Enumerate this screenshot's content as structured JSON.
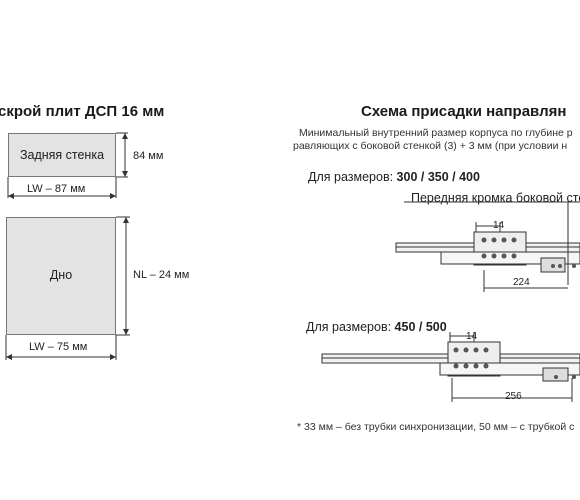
{
  "left": {
    "title": "скрой плит ДСП 16 мм",
    "back_panel": {
      "label": "Задняя стенка",
      "height_dim": "84 мм",
      "width_dim": "LW – 87 мм"
    },
    "bottom_panel": {
      "label": "Дно",
      "height_dim": "NL – 24 мм",
      "width_dim": "LW – 75 мм"
    }
  },
  "right": {
    "title": "Схема присадки направлян",
    "note_line1": "Минимальный внутренний размер корпуса по глубине р",
    "note_line2": "равляющих с боковой стенкой (3) + 3 мм (при условии н",
    "group1": {
      "prefix": "Для размеров: ",
      "sizes": "300 / 350 / 400",
      "front_edge": "Передняя кромка боковой сте",
      "dim_small": "14",
      "dim_large": "224"
    },
    "group2": {
      "prefix": "Для размеров: ",
      "sizes": "450 / 500",
      "dim_small": "14",
      "dim_large": "256"
    },
    "footnote": "* 33 мм – без трубки синхронизации, 50 мм – с трубкой с"
  },
  "colors": {
    "panel_fill": "#e3e3e3",
    "line": "#333333"
  }
}
